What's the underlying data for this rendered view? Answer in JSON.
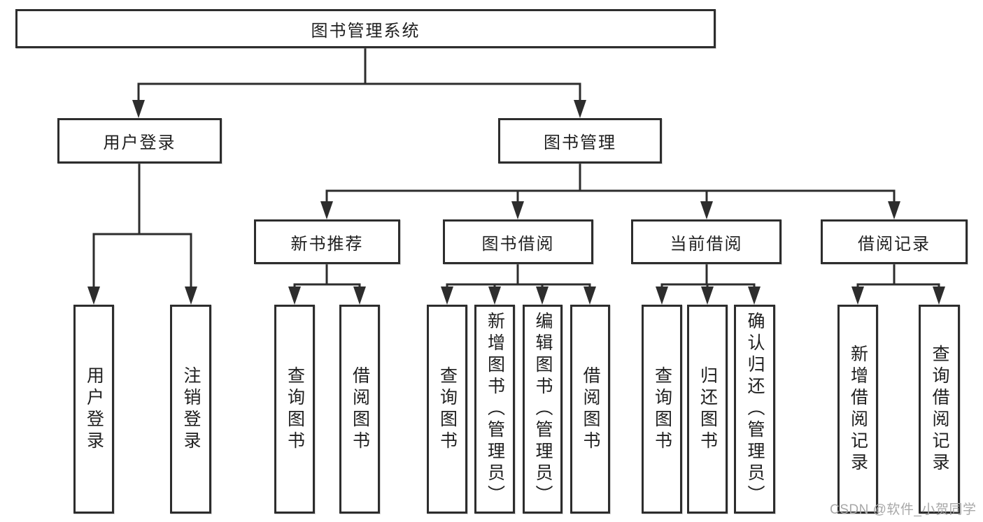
{
  "diagram_title": "图书管理系统",
  "nodes": {
    "root": {
      "label": "图书管理系统"
    },
    "user_login": {
      "label": "用户登录"
    },
    "book_mgmt": {
      "label": "图书管理"
    },
    "new_book_rec": {
      "label": "新书推荐"
    },
    "book_borrow": {
      "label": "图书借阅"
    },
    "current_borrow": {
      "label": "当前借阅"
    },
    "borrow_record": {
      "label": "借阅记录"
    },
    "leaf_login": {
      "label": "用户登录"
    },
    "leaf_logout": {
      "label": "注销登录"
    },
    "leaf_nb_query": {
      "label": "查询图书"
    },
    "leaf_nb_borrow": {
      "label": "借阅图书"
    },
    "leaf_bb_query": {
      "label": "查询图书"
    },
    "leaf_bb_add": {
      "label": "新增图书（管理员）"
    },
    "leaf_bb_edit": {
      "label": "编辑图书（管理员）"
    },
    "leaf_bb_borrow": {
      "label": "借阅图书"
    },
    "leaf_cb_query": {
      "label": "查询图书"
    },
    "leaf_cb_return": {
      "label": "归还图书"
    },
    "leaf_cb_confirm": {
      "label": "确认归还（管理员）"
    },
    "leaf_br_add": {
      "label": "新增借阅记录"
    },
    "leaf_br_query": {
      "label": "查询借阅记录"
    }
  },
  "hierarchy": {
    "图书管理系统": {
      "用户登录": [
        "用户登录",
        "注销登录"
      ],
      "图书管理": {
        "新书推荐": [
          "查询图书",
          "借阅图书"
        ],
        "图书借阅": [
          "查询图书",
          "新增图书（管理员）",
          "编辑图书（管理员）",
          "借阅图书"
        ],
        "当前借阅": [
          "查询图书",
          "归还图书",
          "确认归还（管理员）"
        ],
        "借阅记录": [
          "新增借阅记录",
          "查询借阅记录"
        ]
      }
    }
  },
  "watermark": {
    "text": "CSDN @软件_小贺同学"
  },
  "colors": {
    "line": "#2d2d2d",
    "box_border": "#2d2d2d",
    "box_background": "#ffffff",
    "text": "#1f1f1f",
    "watermark": "#a8a8a8",
    "page_background": "#ffffff"
  }
}
